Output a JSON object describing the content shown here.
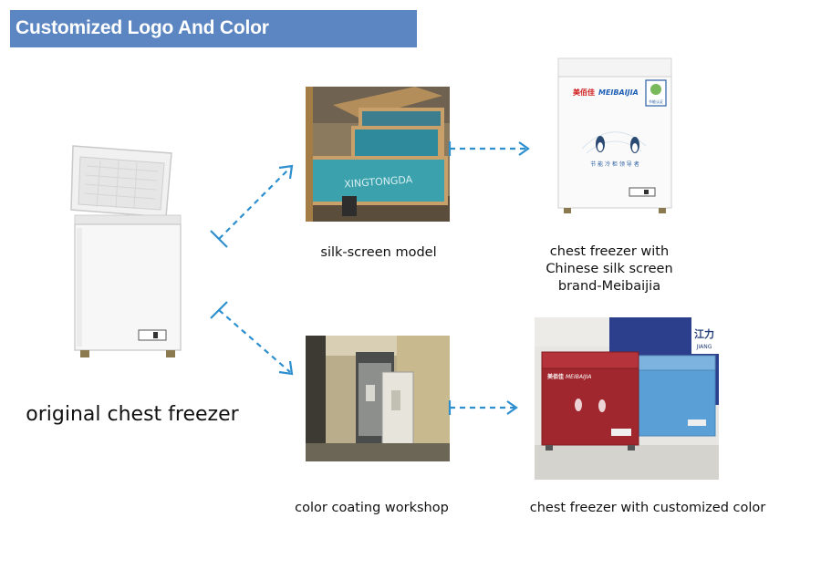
{
  "header": {
    "title": "Customized Logo And Color"
  },
  "original": {
    "caption": "original chest freezer"
  },
  "process_top": {
    "caption": "silk-screen model",
    "frame_text": "XINGTONGDA"
  },
  "result_top": {
    "caption_lines": [
      "chest freezer with",
      "Chinese silk screen",
      "brand-Meibaijia"
    ],
    "logo_text": "MEIBAIJIA",
    "logo_cn": "美佰佳",
    "slogan": "节 能 冷 柜 领 导 者",
    "badge": "节能认证"
  },
  "process_bottom": {
    "caption": "color coating workshop"
  },
  "result_bottom": {
    "caption": "chest freezer with customized color",
    "logo_text": "MEIBAIJIA",
    "logo_cn": "美佰佳",
    "sign_text": "江力",
    "sign_sub": "JIANG"
  },
  "colors": {
    "header": "#5b86c2",
    "arrow": "#2e8fcf",
    "red_freezer": "#a1272e",
    "blue_freezer": "#5aa0d6"
  }
}
